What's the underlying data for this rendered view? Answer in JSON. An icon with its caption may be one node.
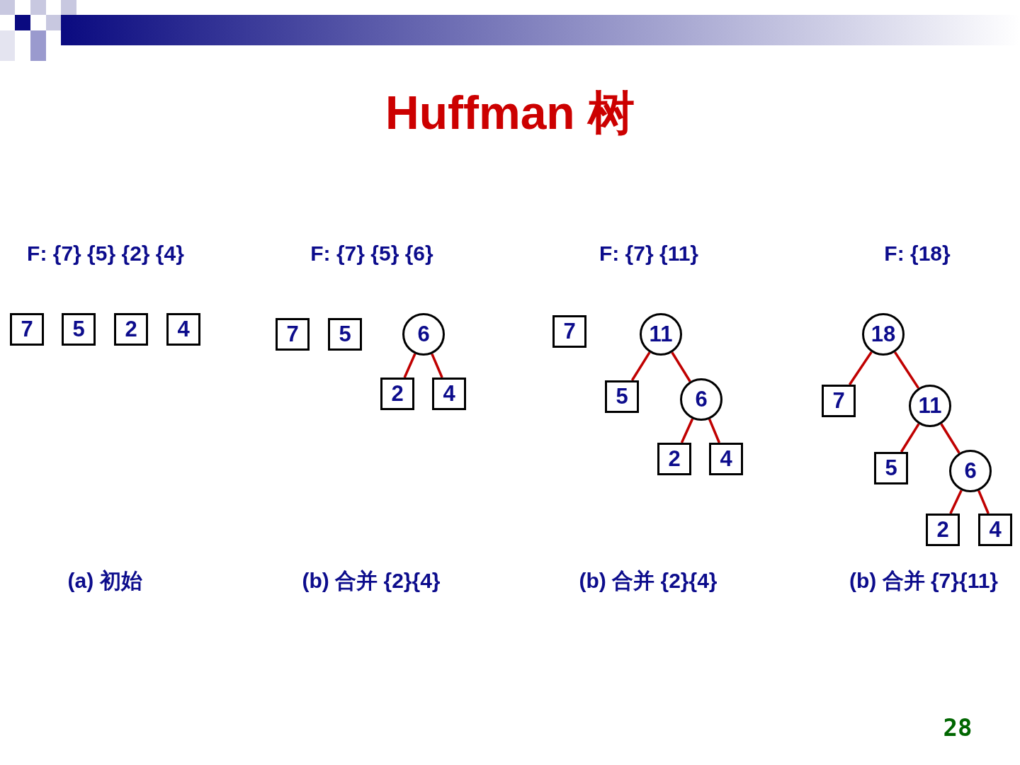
{
  "diagram": {
    "title": "Huffman 树",
    "nodes": [
      {
        "text": [
          "7"
        ]
      },
      {
        "text": [
          "5"
        ]
      },
      {
        "text": [
          "2"
        ]
      },
      {
        "text": [
          "4"
        ]
      },
      {
        "text": [
          "7"
        ]
      },
      {
        "text": [
          "5"
        ]
      },
      {
        "text": [
          "6"
        ]
      },
      {
        "text": [
          "2"
        ]
      },
      {
        "text": [
          "4"
        ]
      },
      {
        "text": [
          "7"
        ]
      },
      {
        "text": [
          "11"
        ]
      },
      {
        "text": [
          "5"
        ]
      },
      {
        "text": [
          "6"
        ]
      },
      {
        "text": [
          "2"
        ]
      },
      {
        "text": [
          "4"
        ]
      },
      {
        "text": [
          "18"
        ]
      },
      {
        "text": [
          "7"
        ]
      },
      {
        "text": [
          "11"
        ]
      },
      {
        "text": [
          "5"
        ]
      },
      {
        "text": [
          "6"
        ]
      },
      {
        "text": [
          "2"
        ]
      },
      {
        "text": [
          "4"
        ]
      }
    ],
    "edges": [
      {
        "from": 6,
        "to": 7,
        "arrow": "none"
      },
      {
        "from": 6,
        "to": 8,
        "arrow": "none"
      },
      {
        "from": 10,
        "to": 11,
        "arrow": "none"
      },
      {
        "from": 10,
        "to": 12,
        "arrow": "none"
      },
      {
        "from": 12,
        "to": 13,
        "arrow": "none"
      },
      {
        "from": 12,
        "to": 14,
        "arrow": "none"
      },
      {
        "from": 15,
        "to": 16,
        "arrow": "none"
      },
      {
        "from": 15,
        "to": 17,
        "arrow": "none"
      },
      {
        "from": 17,
        "to": 18,
        "arrow": "none"
      },
      {
        "from": 17,
        "to": 19,
        "arrow": "none"
      },
      {
        "from": 19,
        "to": 20,
        "arrow": "none"
      },
      {
        "from": 19,
        "to": 21,
        "arrow": "none"
      }
    ],
    "labels": [
      "F: {7} {5} {2} {4}",
      "F: {7} {5} {6}",
      "F: {7} {11}",
      "F: {18}",
      "(a) 初始",
      "(b) 合并 {2}{4}",
      "(b) 合并 {2}{4}",
      "(b) 合并 {7}{11}",
      "28"
    ]
  }
}
